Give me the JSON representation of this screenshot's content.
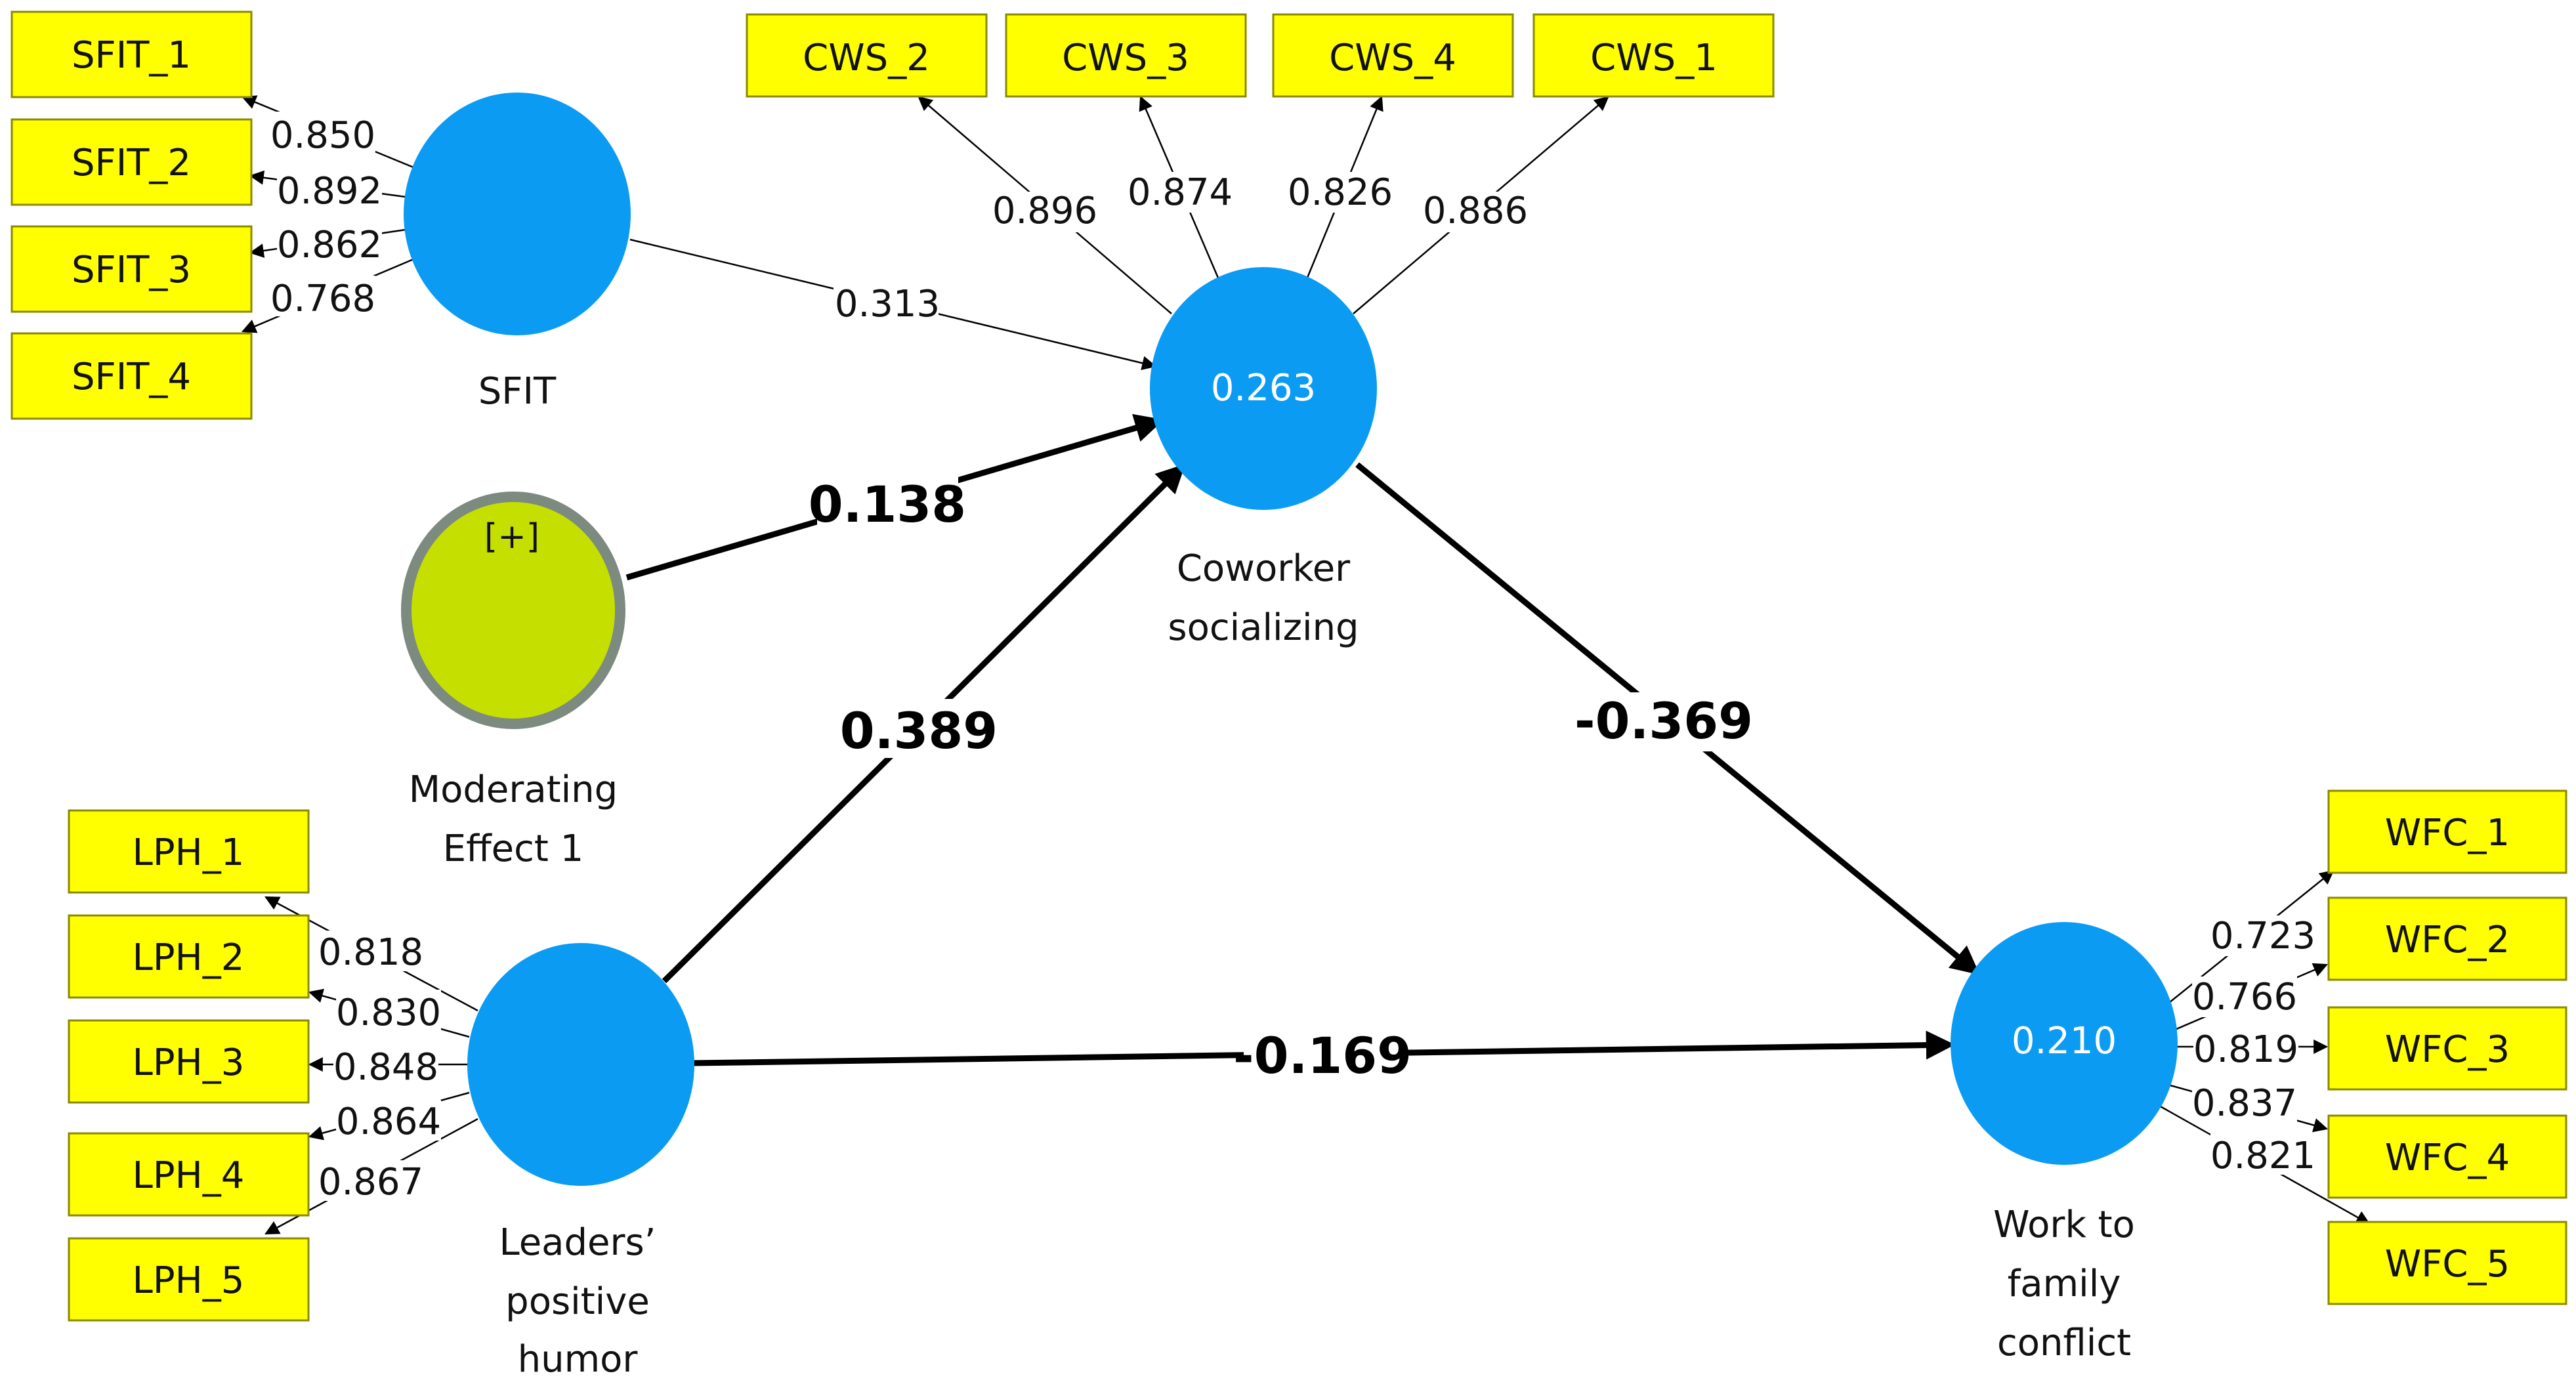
{
  "diagram": {
    "latent_variables": {
      "sfit": {
        "label_lines": [
          "SFIT"
        ],
        "r2": ""
      },
      "moderating": {
        "label_lines": [
          "Moderating",
          "Effect 1"
        ],
        "marker": "[+]"
      },
      "cws": {
        "label_lines": [
          "Coworker",
          "socializing"
        ],
        "r2": "0.263"
      },
      "lph": {
        "label_lines": [
          "Leaders’",
          "positive",
          "humor"
        ],
        "r2": ""
      },
      "wfc": {
        "label_lines": [
          "Work to",
          "family",
          "conflict"
        ],
        "r2": "0.210"
      }
    },
    "indicators": {
      "sfit": [
        {
          "name": "SFIT_1",
          "loading": "0.850"
        },
        {
          "name": "SFIT_2",
          "loading": "0.892"
        },
        {
          "name": "SFIT_3",
          "loading": "0.862"
        },
        {
          "name": "SFIT_4",
          "loading": "0.768"
        }
      ],
      "cws": [
        {
          "name": "CWS_2",
          "loading": "0.896"
        },
        {
          "name": "CWS_3",
          "loading": "0.874"
        },
        {
          "name": "CWS_4",
          "loading": "0.826"
        },
        {
          "name": "CWS_1",
          "loading": "0.886"
        }
      ],
      "lph": [
        {
          "name": "LPH_1",
          "loading": "0.818"
        },
        {
          "name": "LPH_2",
          "loading": "0.830"
        },
        {
          "name": "LPH_3",
          "loading": "0.848"
        },
        {
          "name": "LPH_4",
          "loading": "0.864"
        },
        {
          "name": "LPH_5",
          "loading": "0.867"
        }
      ],
      "wfc": [
        {
          "name": "WFC_1",
          "loading": "0.723"
        },
        {
          "name": "WFC_2",
          "loading": "0.766"
        },
        {
          "name": "WFC_3",
          "loading": "0.819"
        },
        {
          "name": "WFC_4",
          "loading": "0.837"
        },
        {
          "name": "WFC_5",
          "loading": "0.821"
        }
      ]
    },
    "paths": {
      "sfit_to_cws": "0.313",
      "moderating_to_cws": "0.138",
      "lph_to_cws": "0.389",
      "cws_to_wfc": "-0.369",
      "lph_to_wfc": "-0.169"
    }
  }
}
